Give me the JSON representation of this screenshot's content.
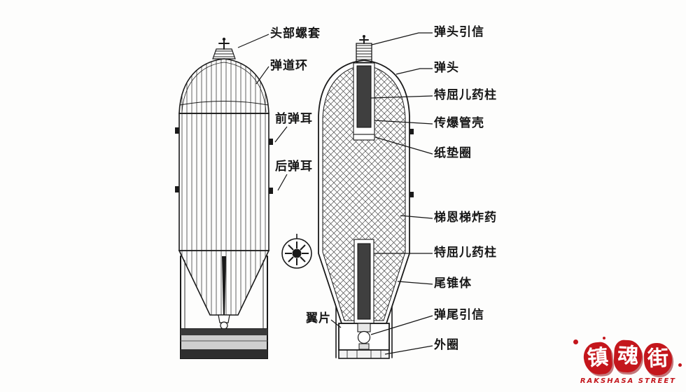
{
  "figure": {
    "left_labels": [
      {
        "text": "头部螺套"
      },
      {
        "text": "弹道环"
      },
      {
        "text": "前弹耳"
      },
      {
        "text": "后弹耳"
      },
      {
        "text": "翼片"
      }
    ],
    "right_labels": [
      {
        "text": "弹头引信"
      },
      {
        "text": "弹头"
      },
      {
        "text": "特屈儿药柱"
      },
      {
        "text": "传爆管壳"
      },
      {
        "text": "纸垫圈"
      },
      {
        "text": "梯恩梯炸药"
      },
      {
        "text": "特屈儿药柱"
      },
      {
        "text": "尾锥体"
      },
      {
        "text": "弹尾引信"
      },
      {
        "text": "外圈"
      }
    ]
  },
  "watermark": {
    "title": "镇魂街",
    "title_chars": [
      "镇",
      "魂",
      "街"
    ],
    "subtitle": "RAKSHASA STREET",
    "color": "#c4161c"
  }
}
